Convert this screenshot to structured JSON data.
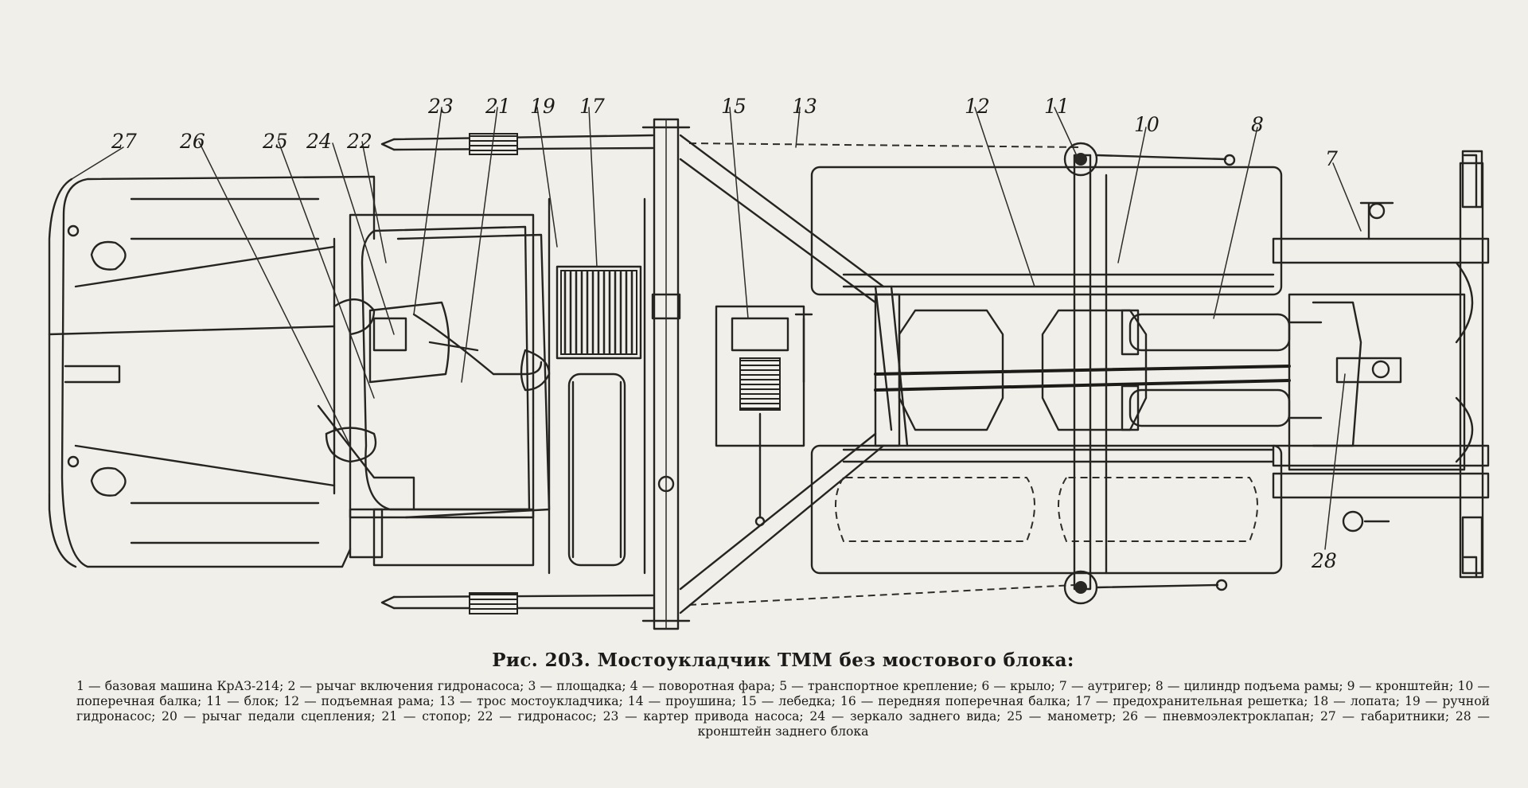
{
  "figure": {
    "caption": "Рис. 203. Мостоукладчик ТММ без мостового блока:",
    "legend": "1 — базовая машина КрАЗ-214; 2 — рычаг включения гидронасоса; 3 — площадка; 4 — поворотная фара; 5 — транспортное крепление; 6 — крыло; 7 — аутригер; 8 — цилиндр подъема рамы; 9 — кронштейн; 10 — поперечная балка; 11 — блок; 12 — подъемная рама; 13 — трос мостоукладчика; 14 — проушина; 15 — лебедка; 16 — передняя поперечная балка; 17 — предохранительная решетка; 18 — лопата; 19 — ручной гидронасос; 20 — рычаг педали сцепления; 21 — стопор; 22 — гидронасос; 23 — картер привода насоса; 24 — зеркало заднего вида; 25 — манометр; 26 — пневмоэлектроклапан; 27 — габаритники; 28 — кронштейн заднего блока",
    "callouts": [
      "27",
      "26",
      "25",
      "24",
      "22",
      "23",
      "21",
      "19",
      "17",
      "15",
      "13",
      "12",
      "11",
      "10",
      "8",
      "7",
      "28"
    ]
  }
}
